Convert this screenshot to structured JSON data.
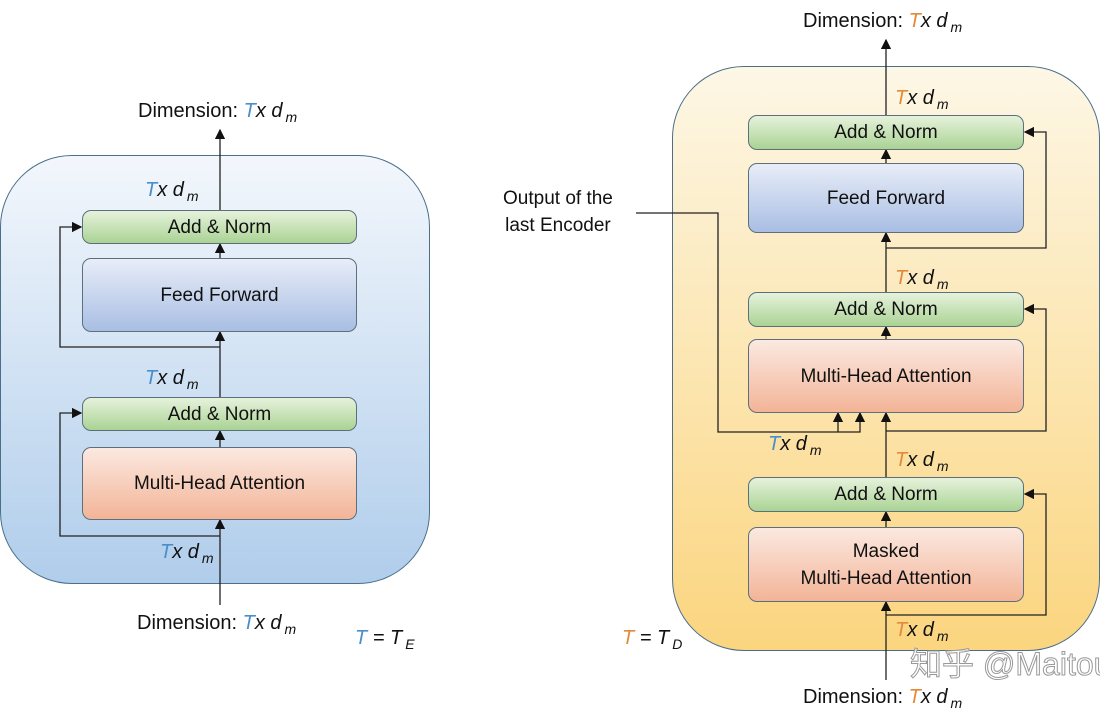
{
  "encoder": {
    "output_dim": {
      "prefix": "Dimension: ",
      "T": "T",
      "x": "x d",
      "m": "m"
    },
    "input_dim": {
      "prefix": "Dimension: ",
      "T": "T",
      "x": "x d",
      "m": "m"
    },
    "shape_label": {
      "T": "T",
      "x": "x d",
      "m": "m"
    },
    "blocks": [
      "Add & Norm",
      "Feed Forward",
      "Add & Norm",
      "Multi-Head Attention"
    ],
    "t_def": {
      "T": "T",
      "eq": " = T",
      "sub": "E"
    }
  },
  "decoder": {
    "output_dim": {
      "prefix": "Dimension: ",
      "T": "T",
      "x": "x d",
      "m": "m"
    },
    "input_dim": {
      "prefix": "Dimension: ",
      "T": "T",
      "x": "x d",
      "m": "m"
    },
    "shape_label": {
      "T": "T",
      "x": "x d",
      "m": "m"
    },
    "blocks": [
      "Add & Norm",
      "Feed Forward",
      "Add & Norm",
      "Multi-Head Attention",
      "Add & Norm",
      "Masked",
      "Multi-Head Attention"
    ],
    "encoder_output_label": [
      "Output of the",
      "last Encoder"
    ],
    "t_def": {
      "T": "T",
      "eq": " = T",
      "sub": "D"
    }
  },
  "watermark": "知乎 @Maitouer",
  "colors": {
    "encoder_T": "#4a8fc9",
    "decoder_T": "#e38a3b"
  }
}
